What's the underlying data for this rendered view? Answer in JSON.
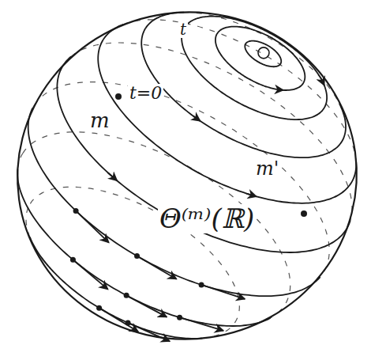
{
  "diagram": {
    "labels": [
      "t",
      "t=0",
      "m",
      "m'",
      "Θ⁽ᵐ⁾(ℝ)"
    ]
  }
}
